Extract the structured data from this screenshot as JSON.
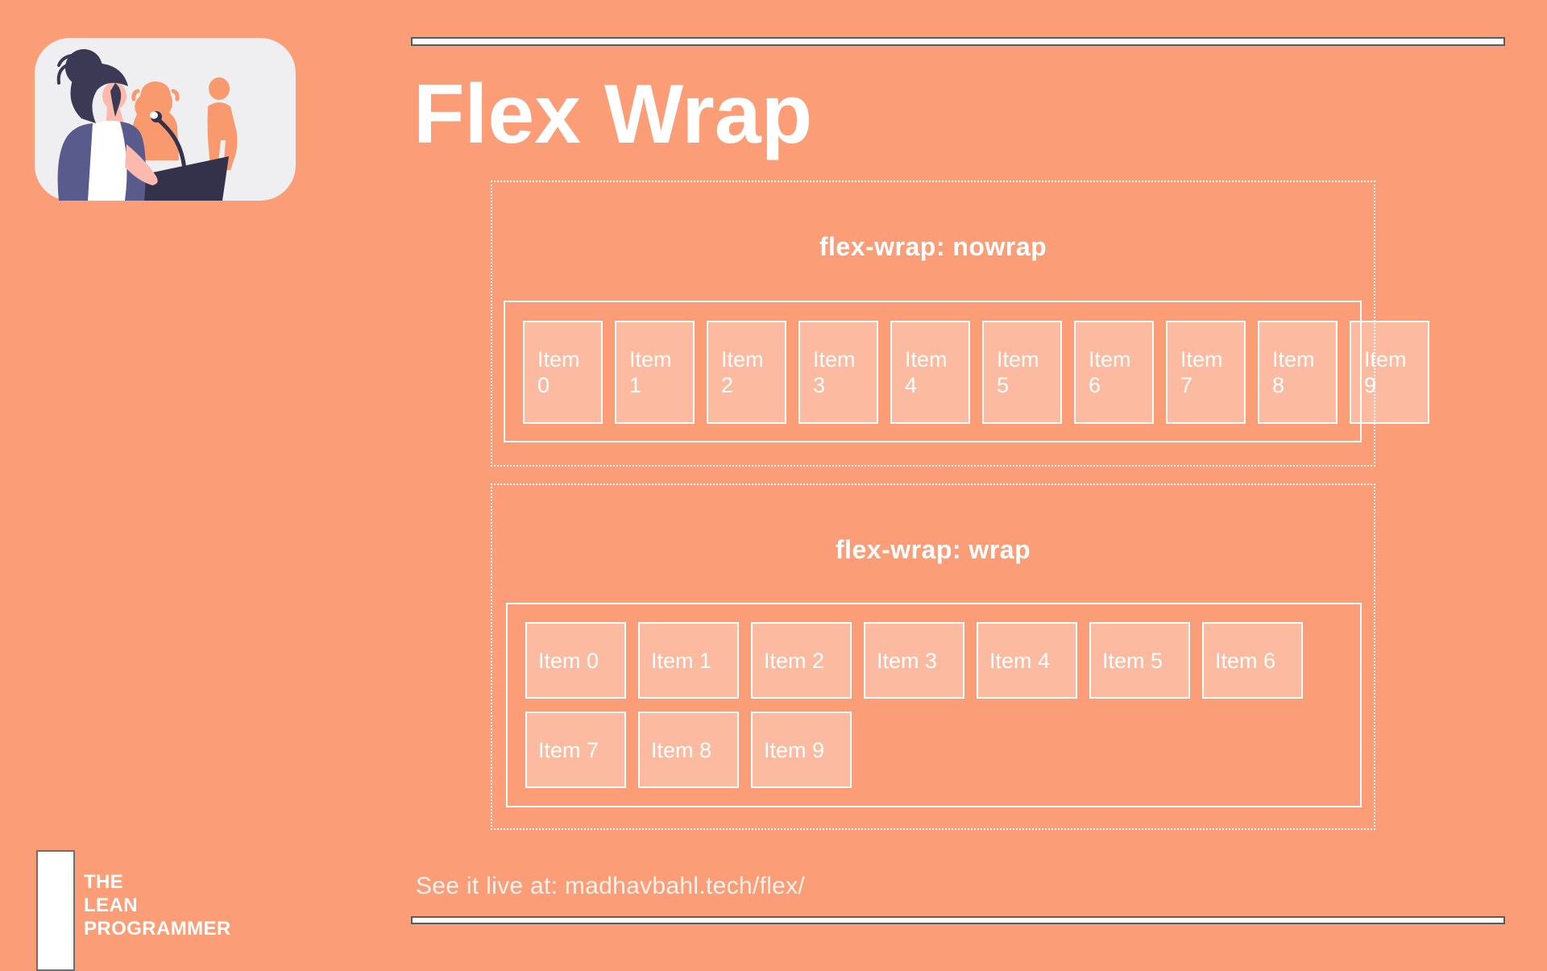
{
  "slide": {
    "title": "Flex Wrap",
    "footer_note": "See it live at: madhavbahl.tech/flex/",
    "logo_lines": [
      "THE",
      "LEAN",
      "PROGRAMMER"
    ]
  },
  "sections": [
    {
      "label": "flex-wrap: nowrap",
      "items": [
        "Item 0",
        "Item 1",
        "Item 2",
        "Item 3",
        "Item 4",
        "Item 5",
        "Item 6",
        "Item 7",
        "Item 8",
        "Item 9"
      ]
    },
    {
      "label": "flex-wrap: wrap",
      "items": [
        "Item 0",
        "Item 1",
        "Item 2",
        "Item 3",
        "Item 4",
        "Item 5",
        "Item 6",
        "Item 7",
        "Item 8",
        "Item 9"
      ]
    }
  ],
  "colors": {
    "background": "#fb9d76",
    "item-fill": "rgba(255,255,255,0.31)",
    "line-white": "#ffffff",
    "bar-fill": "#ffffff",
    "bar-border": "#5b5b5b",
    "card-bg": "#efeff1",
    "figure-orange": "#f89a6e",
    "dark-navy": "#34324b",
    "hair-navy": "#3b3953",
    "cardigan": "#585b8c",
    "skin": "#fcb9ae",
    "footer-text": "#f9f2ee"
  }
}
